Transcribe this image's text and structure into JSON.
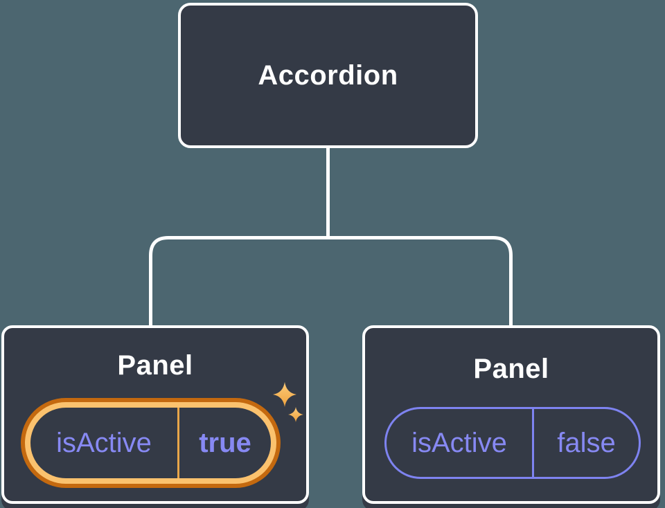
{
  "colors": {
    "background": "#4C6670",
    "node-fill": "#343A46",
    "node-border": "#FFFFFF",
    "title-text": "#FFFFFF",
    "purple": "#8789F3",
    "purple-border": "#7E83F0",
    "ring-outer": "#C4690F",
    "ring-inner": "#FBC26E",
    "ring-divider": "#E9A649",
    "sparkle-light": "#FCCB79",
    "sparkle-dark": "#EFA23E",
    "connector": "#FFFFFF"
  },
  "tree": {
    "root": {
      "label": "Accordion"
    },
    "panels": [
      {
        "label": "Panel",
        "prop_name": "isActive",
        "prop_value": "true",
        "highlighted": true,
        "icon": "sparkles-icon"
      },
      {
        "label": "Panel",
        "prop_name": "isActive",
        "prop_value": "false",
        "highlighted": false
      }
    ]
  }
}
